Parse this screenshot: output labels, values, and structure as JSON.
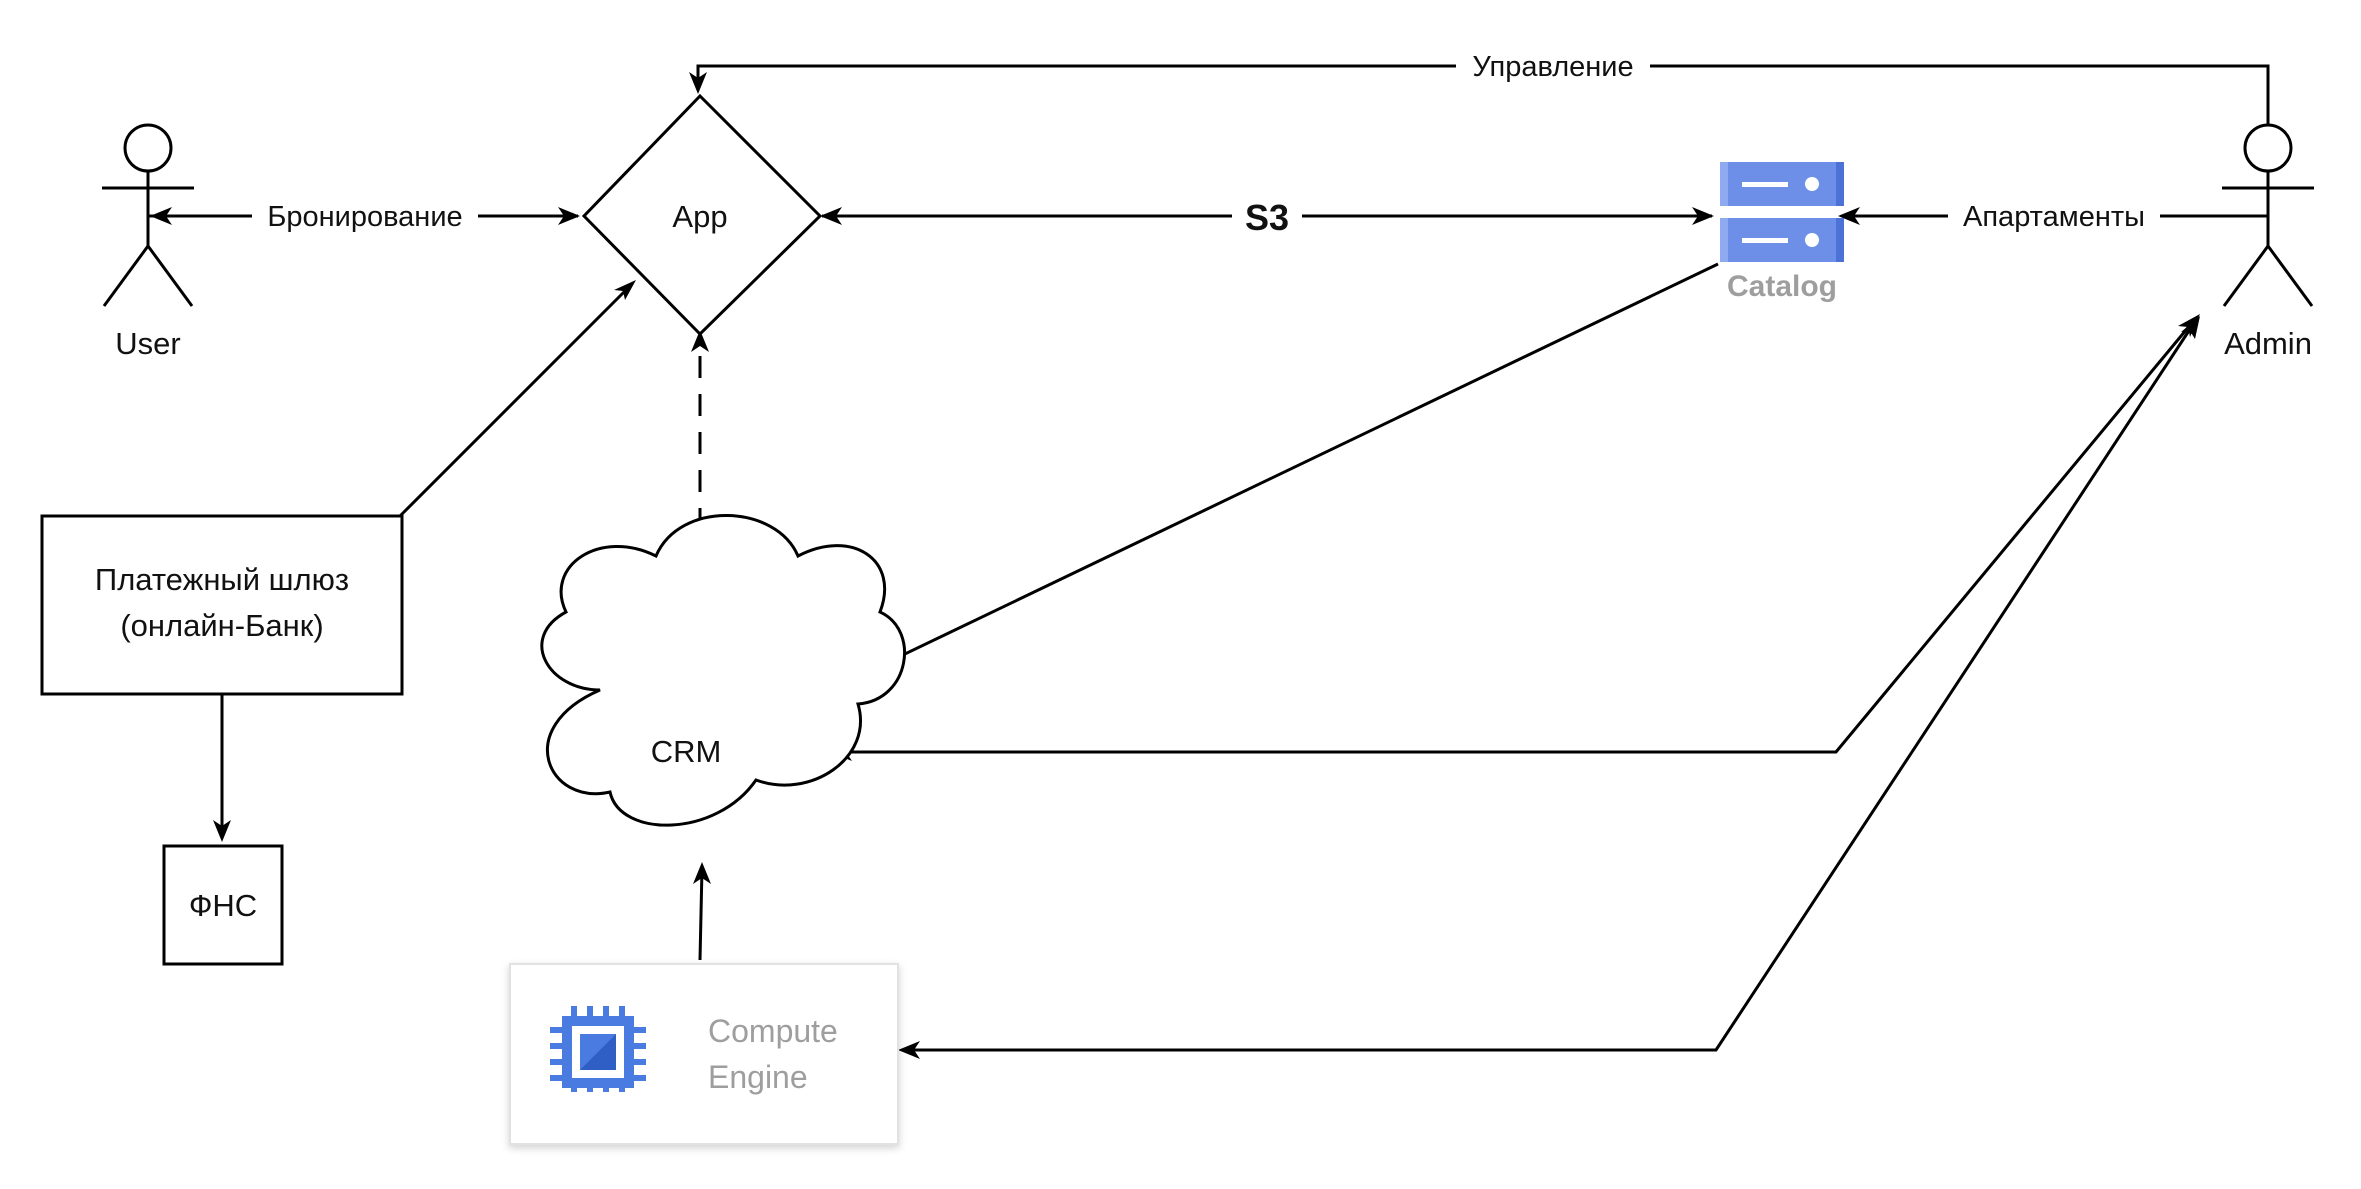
{
  "nodes": {
    "user": {
      "label": "User"
    },
    "admin": {
      "label": "Admin"
    },
    "app": {
      "label": "App"
    },
    "catalog": {
      "label": "Catalog",
      "icon": "storage-icon",
      "color": "#5C85DE"
    },
    "payment": {
      "line1": "Платежный шлюз",
      "line2": "(онлайн-Банк)"
    },
    "fns": {
      "label": "ФНС"
    },
    "crm": {
      "label": "CRM"
    },
    "compute": {
      "line1": "Compute",
      "line2": "Engine",
      "icon": "chip-icon",
      "color": "#4A7BE0"
    }
  },
  "edges": {
    "booking": "Бронирование",
    "management": "Управление",
    "apartments": "Апартаменты",
    "s3": "S3"
  }
}
